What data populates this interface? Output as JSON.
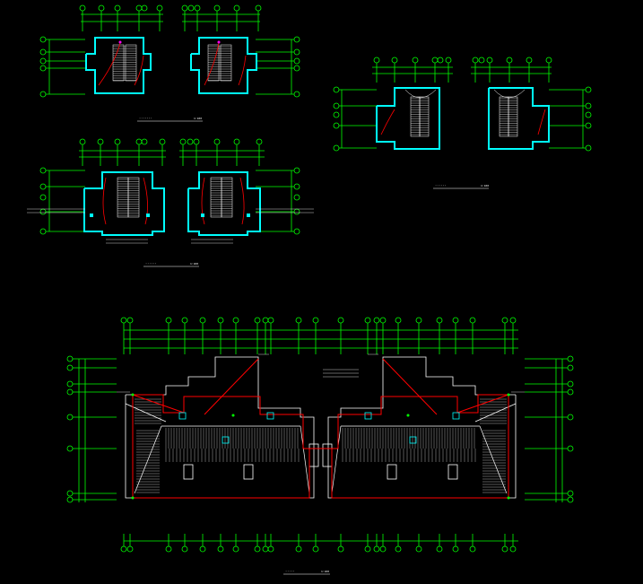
{
  "drawing": {
    "background": "#000000",
    "colors": {
      "axis": "#00ff00",
      "wall": "#00ffff",
      "stair": "#ffffff",
      "grounding": "#ff0000",
      "equipment": "#00ffff",
      "accent": "#ff00ff"
    },
    "views": [
      {
        "id": "plan-a",
        "caption": "·······",
        "scale": "1:100"
      },
      {
        "id": "plan-b",
        "caption": "······",
        "scale": "1:100"
      },
      {
        "id": "plan-c",
        "caption": "······",
        "scale": "1:100"
      },
      {
        "id": "roof-plan",
        "caption": "·····",
        "scale": "1:100"
      }
    ]
  }
}
